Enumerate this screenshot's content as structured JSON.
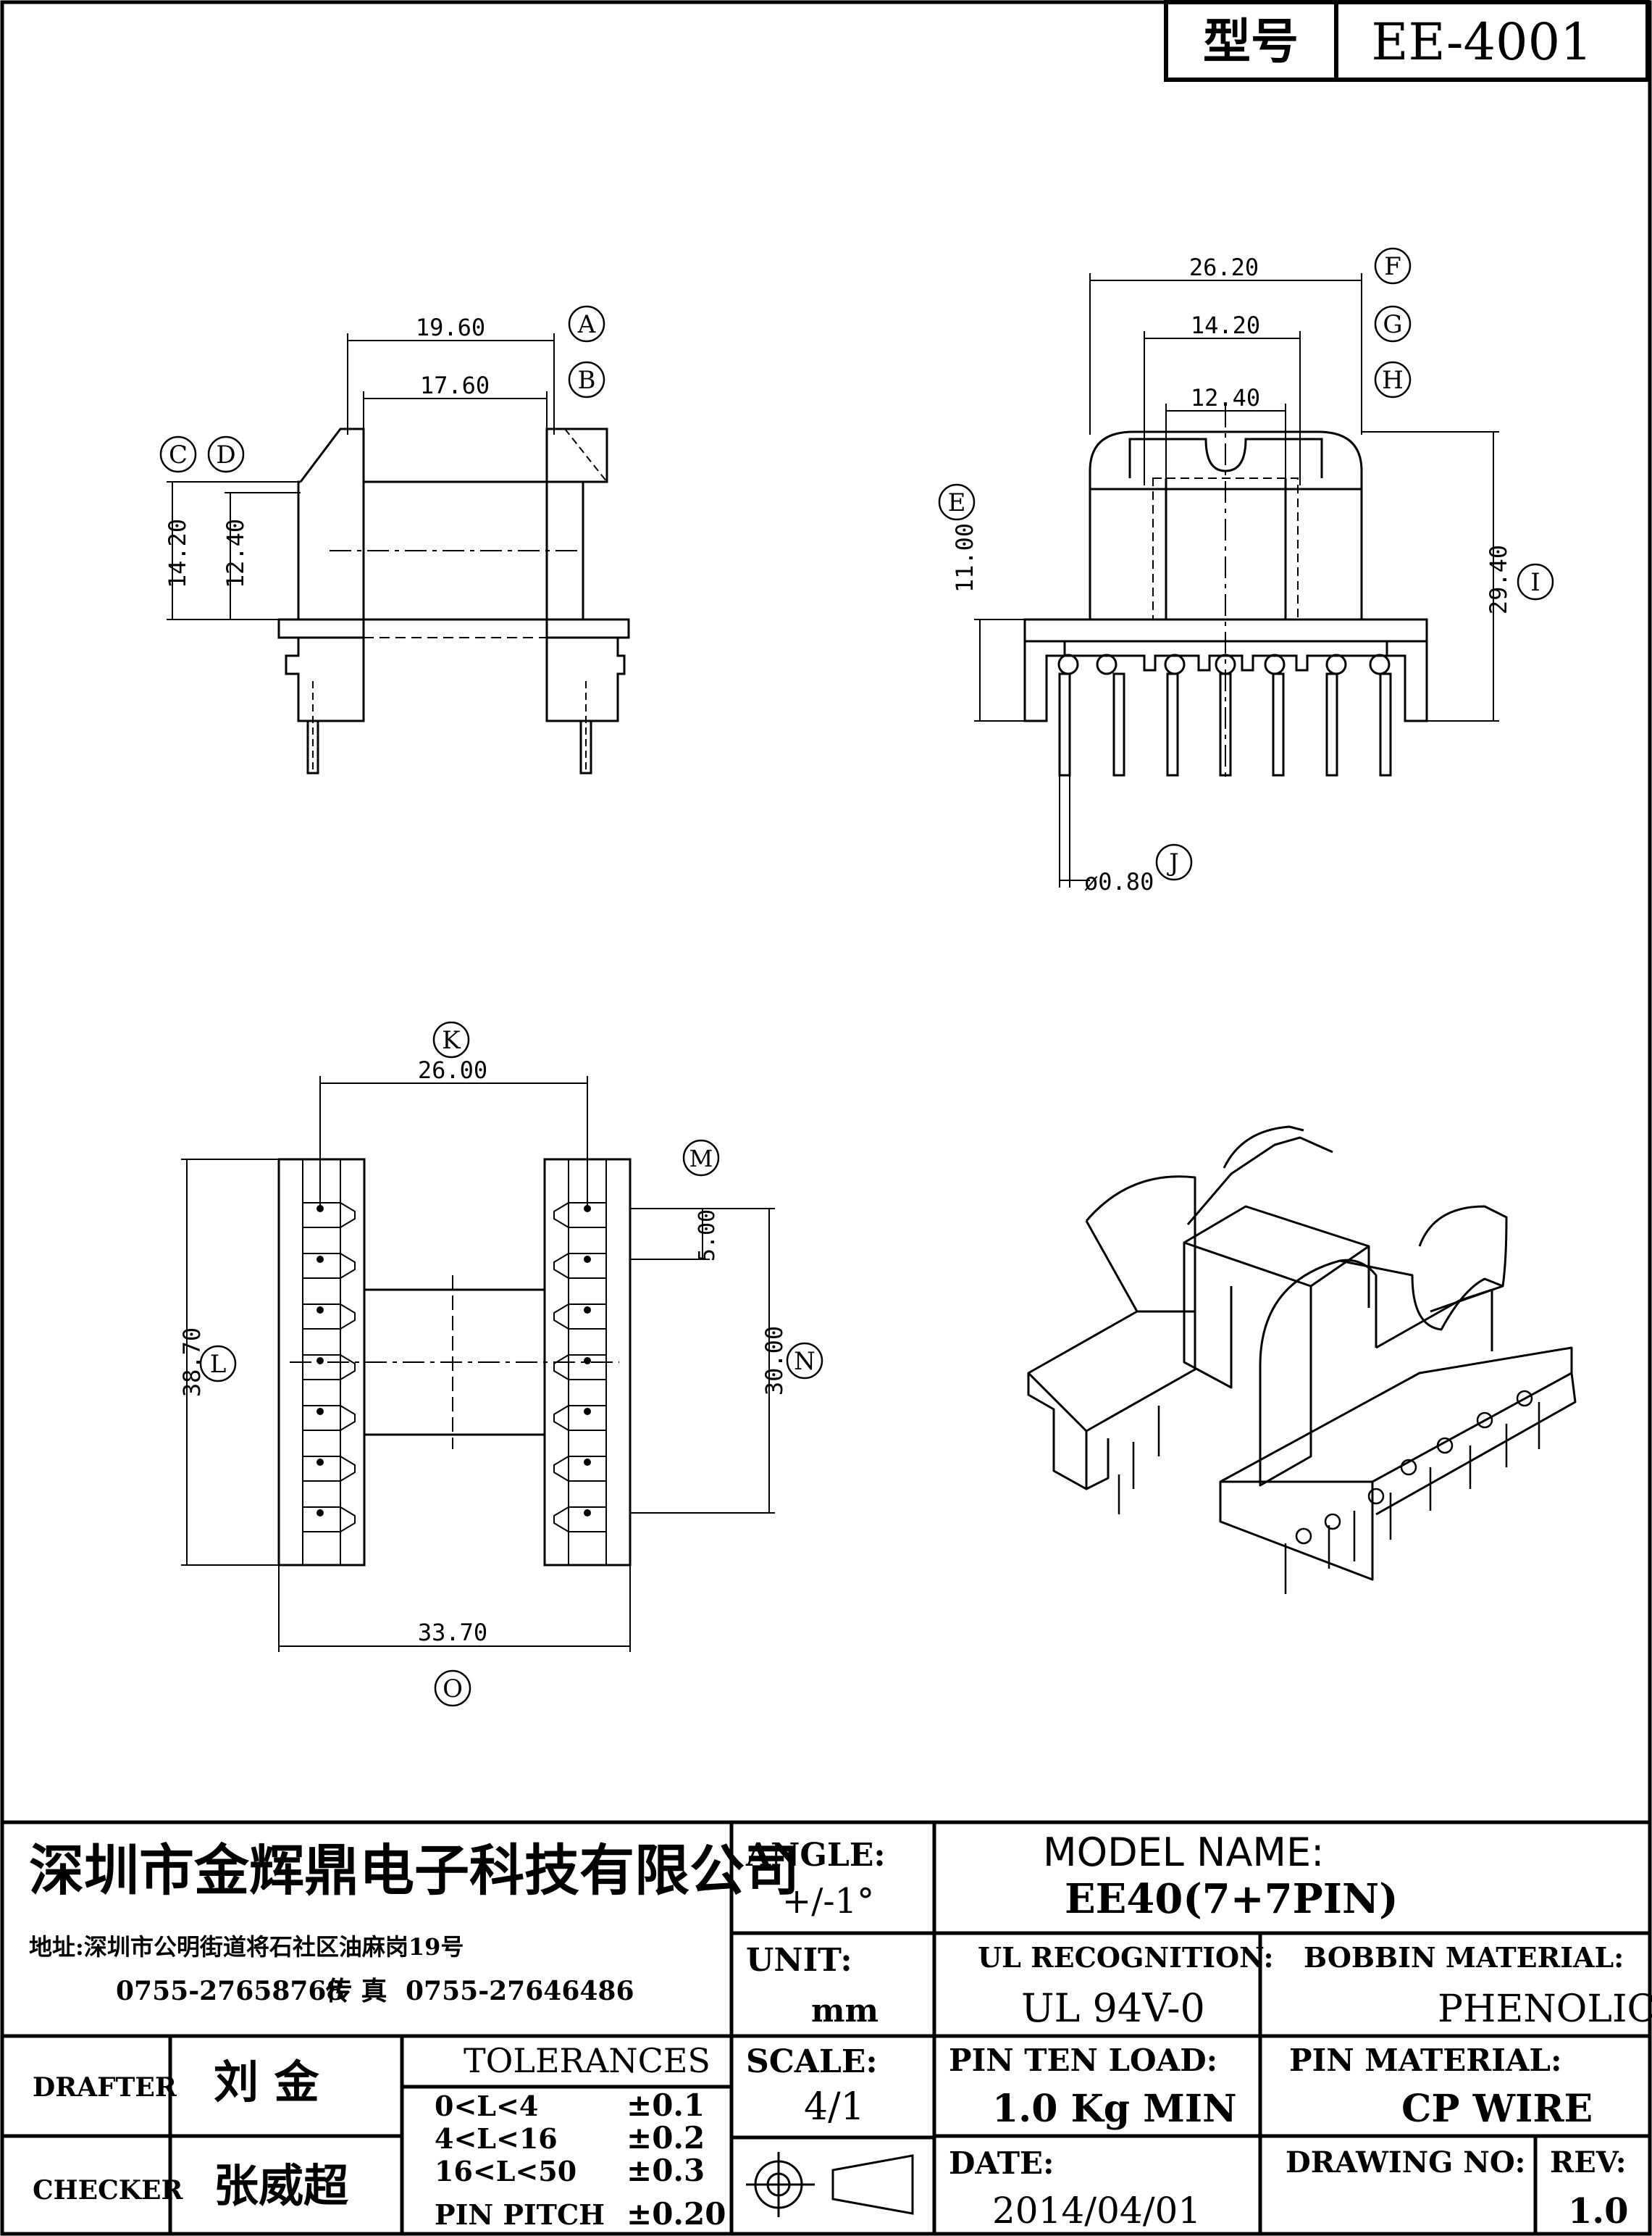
{
  "header": {
    "model_label": "型号",
    "model_value": "EE-4001"
  },
  "dimensions": {
    "A": "19.60",
    "B": "17.60",
    "C_D": "14.20",
    "D": "12.40",
    "E": "11.00",
    "F": "26.20",
    "G": "14.20",
    "H": "12.40",
    "I": "29.40",
    "J": "ø0.80",
    "K": "26.00",
    "M": "5.00",
    "N": "30.00",
    "L": "38.70",
    "O": "33.70"
  },
  "callouts": [
    "A",
    "B",
    "C",
    "D",
    "E",
    "F",
    "G",
    "H",
    "I",
    "J",
    "K",
    "L",
    "M",
    "N",
    "O"
  ],
  "title_block": {
    "company": "深圳市金辉鼎电子科技有限公司",
    "address": "地址:深圳市公明街道将石社区油麻岗19号",
    "phone": "0755-27658768",
    "fax_label": "传 真",
    "fax": "0755-27646486",
    "angle_label": "ANGLE:",
    "angle_value": "+/-1°",
    "model_name_label": "MODEL NAME:",
    "model_name_value": "EE40(7+7PIN)",
    "unit_label": "UNIT:",
    "unit_value": "mm",
    "ul_label": "UL RECOGNITION:",
    "ul_value": "UL 94V-0",
    "bobbin_label": "BOBBIN MATERIAL:",
    "bobbin_value": "PHENOLIC",
    "drafter_label": "DRAFTER",
    "drafter_value": "刘 金",
    "checker_label": "CHECKER",
    "checker_value": "张威超",
    "tolerances_label": "TOLERANCES",
    "tolerances": [
      {
        "range": "0<L<4",
        "value": "±0.1"
      },
      {
        "range": "4<L<16",
        "value": "±0.2"
      },
      {
        "range": "16<L<50",
        "value": "±0.3"
      },
      {
        "range": "PIN PITCH",
        "value": "±0.20"
      }
    ],
    "scale_label": "SCALE:",
    "scale_value": "4/1",
    "pin_load_label": "PIN TEN LOAD:",
    "pin_load_value": "1.0 Kg MIN",
    "pin_material_label": "PIN MATERIAL:",
    "pin_material_value": "CP WIRE",
    "date_label": "DATE:",
    "date_value": "2014/04/01",
    "drawing_no_label": "DRAWING NO:",
    "rev_label": "REV:",
    "rev_value": "1.0"
  }
}
